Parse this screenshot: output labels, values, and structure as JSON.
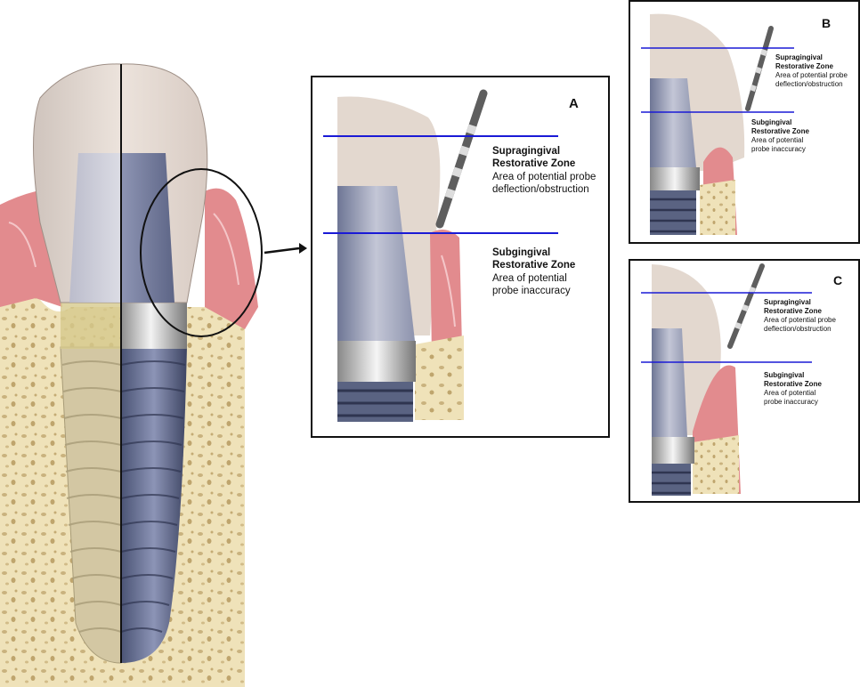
{
  "colors": {
    "zone_line": "#1a1ad6",
    "crown": "#e6dcd4",
    "gum": "#e28b8e",
    "bone": "#efe2b9",
    "implant": "#6b7596"
  },
  "panels": {
    "A": {
      "letter": "A",
      "supra_title_1": "Supragingival",
      "supra_title_2": "Restorative Zone",
      "supra_desc_1": "Area of potential probe",
      "supra_desc_2": "deflection/obstruction",
      "sub_title_1": "Subgingival",
      "sub_title_2": "Restorative Zone",
      "sub_desc_1": "Area of potential",
      "sub_desc_2": "probe inaccuracy"
    },
    "B": {
      "letter": "B",
      "supra_title_1": "Supragingival",
      "supra_title_2": "Restorative Zone",
      "supra_desc_1": "Area of potential probe",
      "supra_desc_2": "deflection/obstruction",
      "sub_title_1": "Subgingival",
      "sub_title_2": "Restorative Zone",
      "sub_desc_1": "Area of potential",
      "sub_desc_2": "probe inaccuracy"
    },
    "C": {
      "letter": "C",
      "supra_title_1": "Supragingival",
      "supra_title_2": "Restorative Zone",
      "supra_desc_1": "Area of potential probe",
      "supra_desc_2": "deflection/obstruction",
      "sub_title_1": "Subgingival",
      "sub_title_2": "Restorative Zone",
      "sub_desc_1": "Area of potential",
      "sub_desc_2": "probe inaccuracy"
    }
  }
}
